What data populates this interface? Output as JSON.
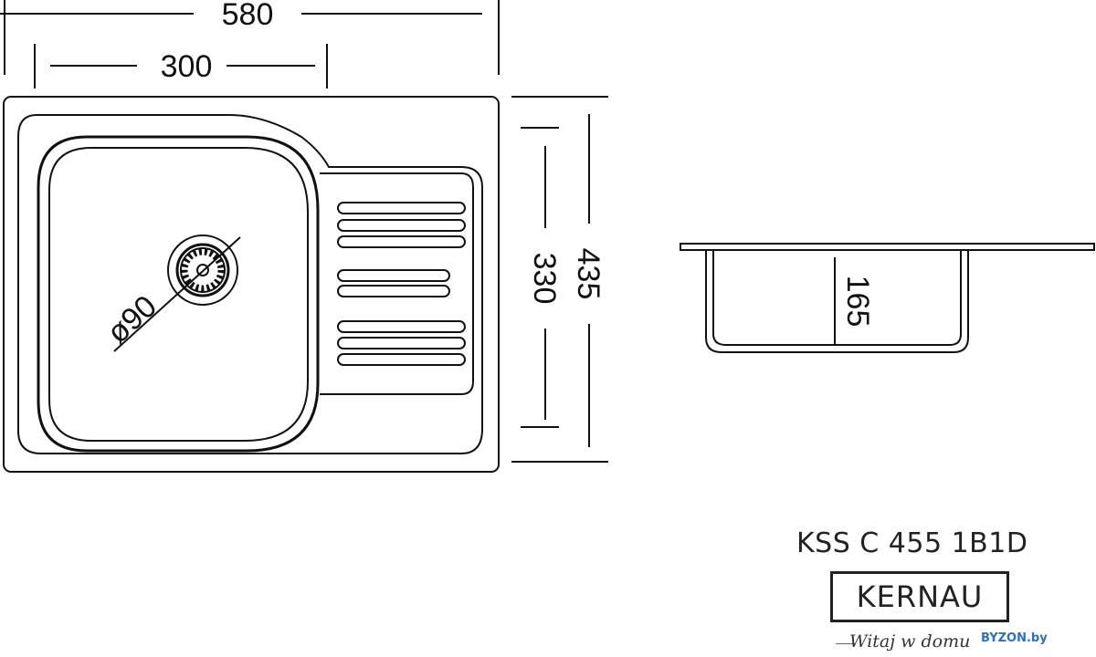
{
  "dimensions": {
    "overall_width": "580",
    "bowl_width": "300",
    "bowl_depth_length": "330",
    "overall_length": "435",
    "bowl_depth": "165",
    "drain_diameter": "ø90"
  },
  "model": "KSS C 455 1B1D",
  "brand": "KERNAU",
  "slogan": "Witaj w domu",
  "site": "BYZON.by",
  "colors": {
    "line": "#111111",
    "site": "#2d6fc0"
  }
}
